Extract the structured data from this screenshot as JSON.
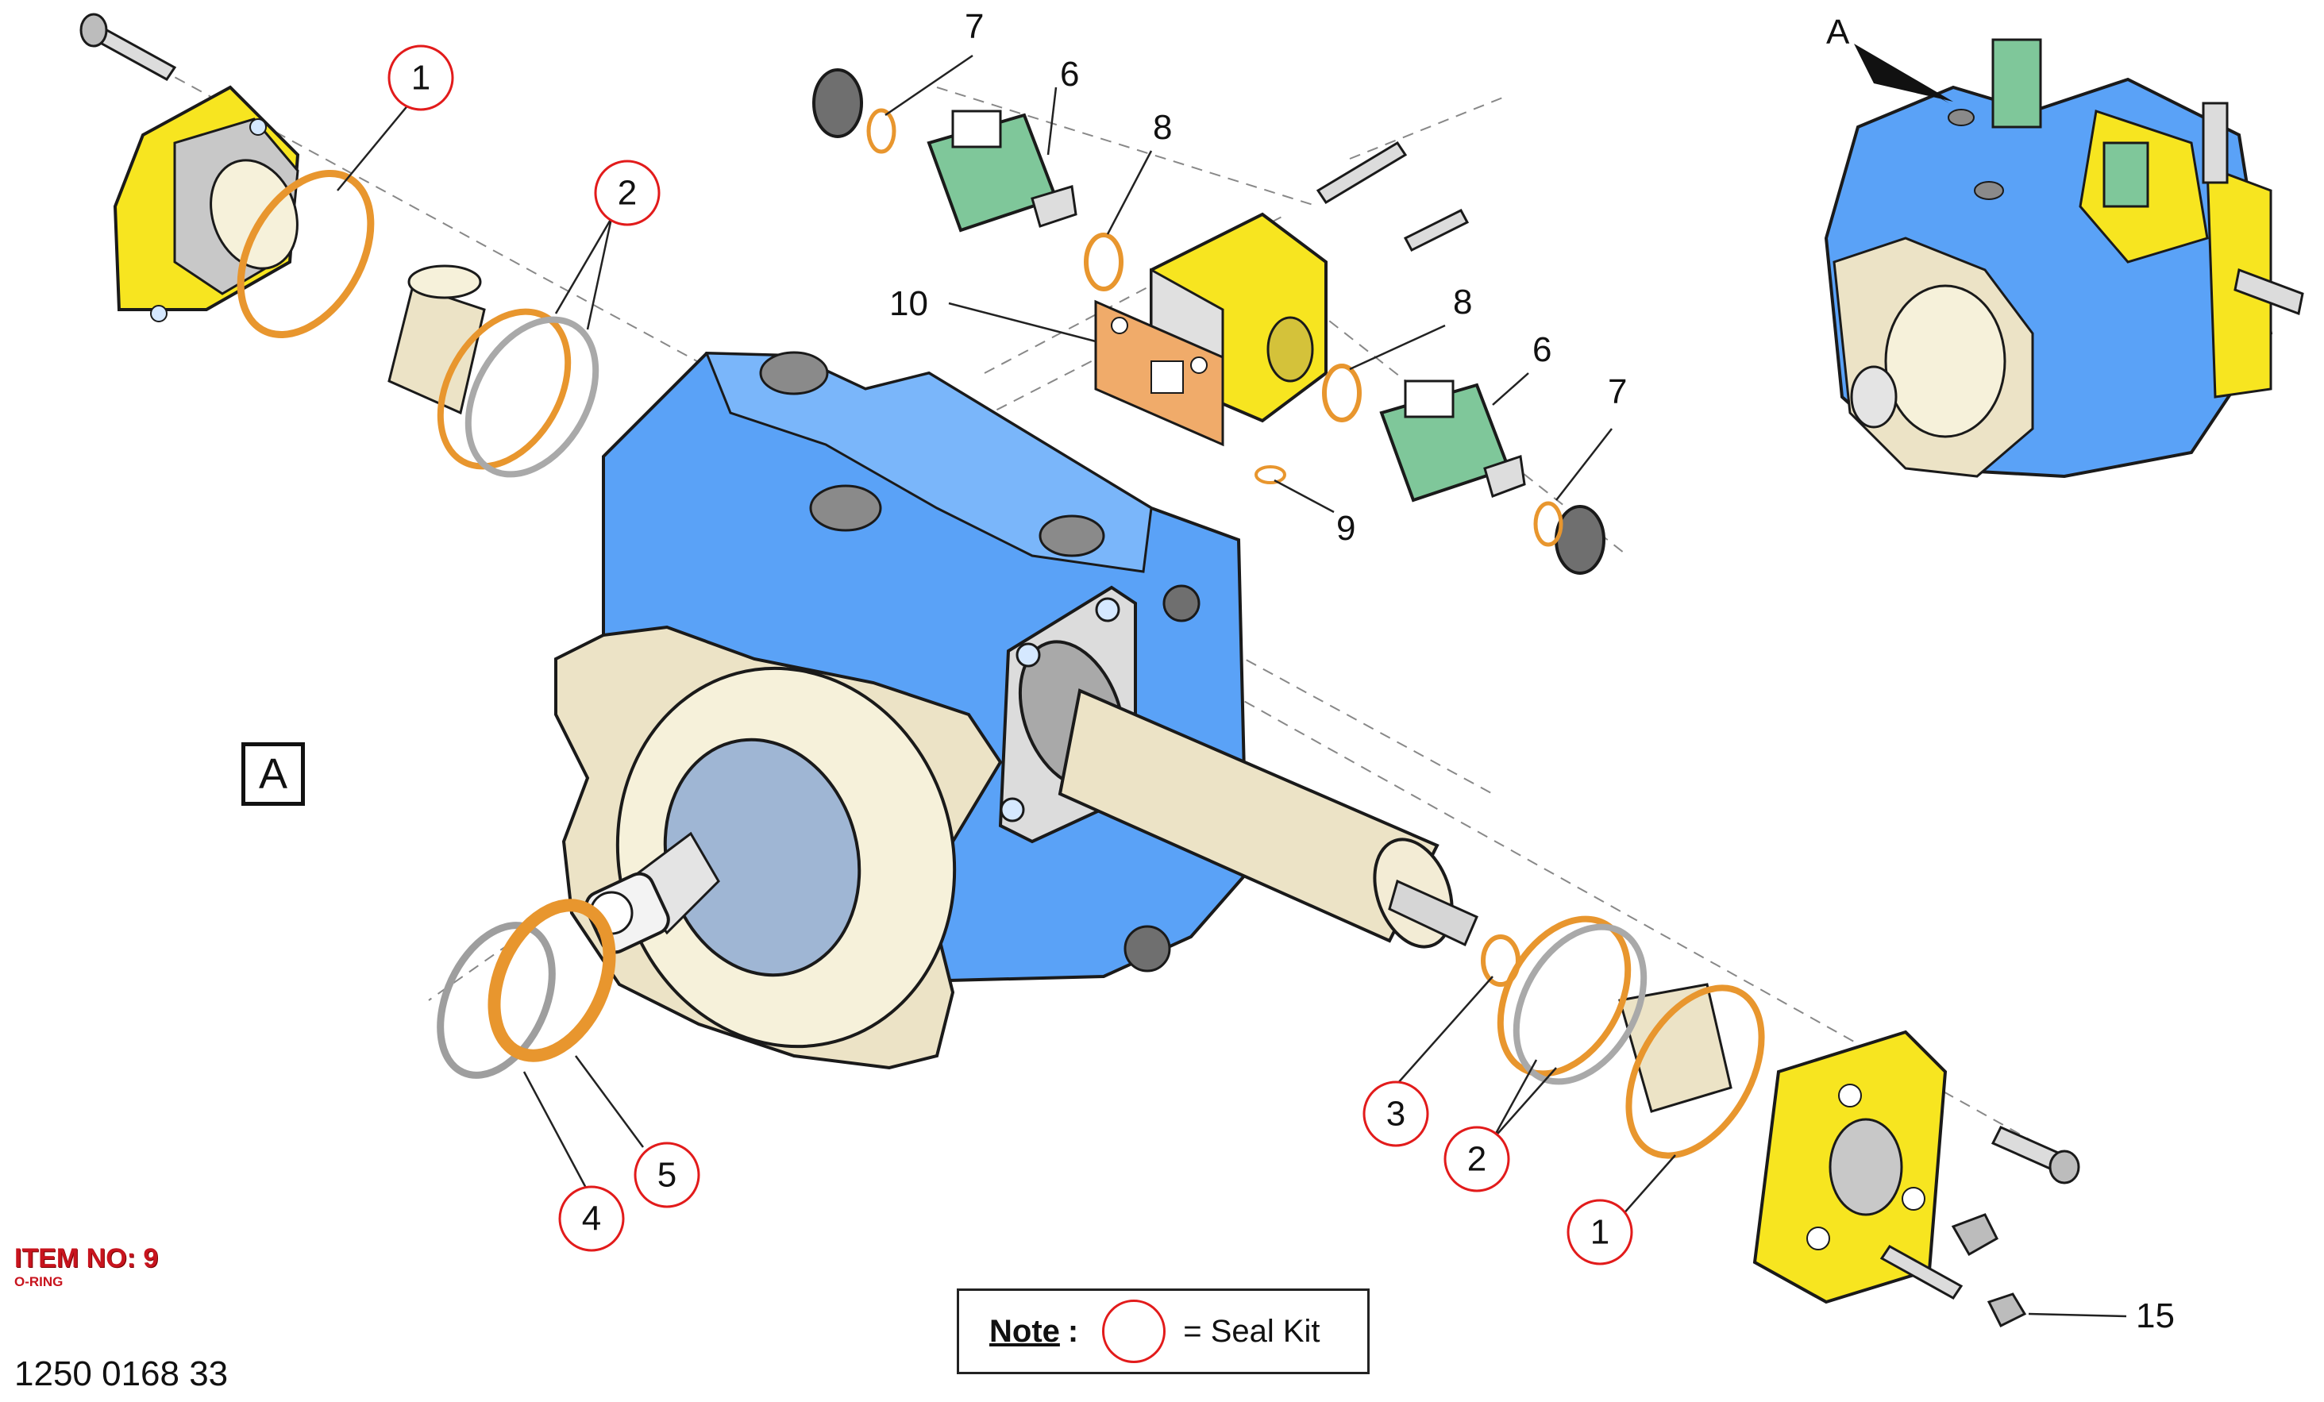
{
  "view_marker": "A",
  "detail_arrow_label": "A",
  "callouts": {
    "c1a": "1",
    "c2a": "2",
    "c3": "3",
    "c2b": "2",
    "c1b": "1",
    "c4": "4",
    "c5": "5",
    "c6a": "6",
    "c6b": "6",
    "c7a": "7",
    "c7b": "7",
    "c8a": "8",
    "c8b": "8",
    "c9": "9",
    "c10": "10",
    "c15": "15"
  },
  "item_note": {
    "title": "ITEM NO: 9",
    "subtitle": "O-RING"
  },
  "drawing_number": "1250 0168 33",
  "legend": {
    "label": "Note",
    "colon": ":",
    "text": "= Seal Kit"
  },
  "colors": {
    "pump_body": "#5aa2f7",
    "flange": "#f7e520",
    "cream": "#ece3c6",
    "solenoid": "#7fc79a",
    "seal": "#e8962e",
    "gasket": "#f0ab6a",
    "seal_circle": "#e21b1b"
  }
}
